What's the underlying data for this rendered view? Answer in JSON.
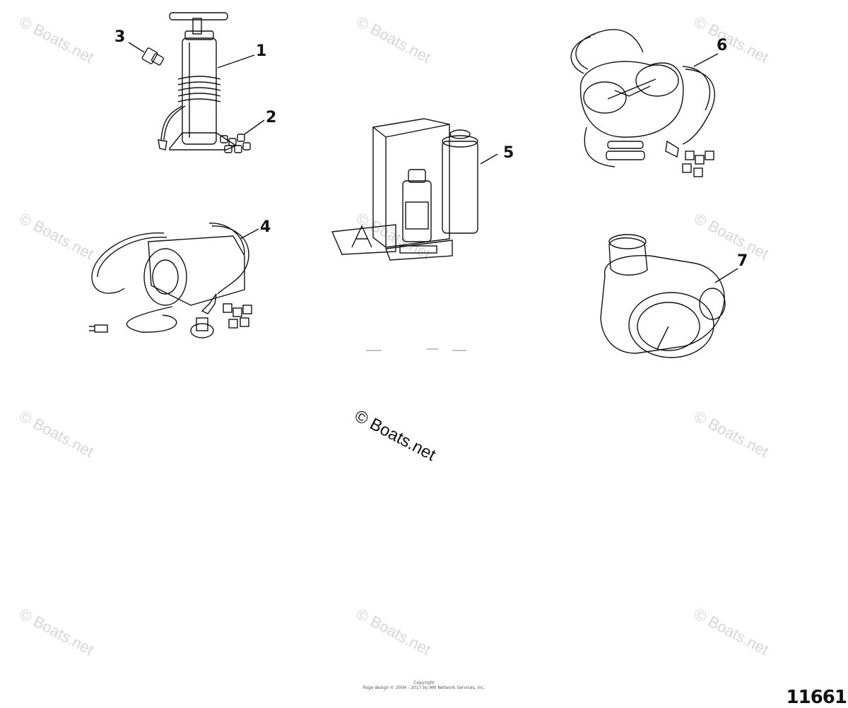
{
  "watermark": {
    "text": "© Boats.net"
  },
  "center_mark": {
    "text": "© Boats.net"
  },
  "callouts": {
    "c1": "1",
    "c2": "2",
    "c3": "3",
    "c4": "4",
    "c5": "5",
    "c6": "6",
    "c7": "7"
  },
  "footer": {
    "line1": "Copyright",
    "line2": "Page design © 2004 - 2017 by ARI Network Services, Inc."
  },
  "diagram_id": "11661",
  "icons": [
    "hand-pump-icon",
    "valve-adapter-icon",
    "adapter-set-icon",
    "electric-pump-icon",
    "repair-kit-icon",
    "foot-pump-icon",
    "pressure-gauge-icon"
  ]
}
